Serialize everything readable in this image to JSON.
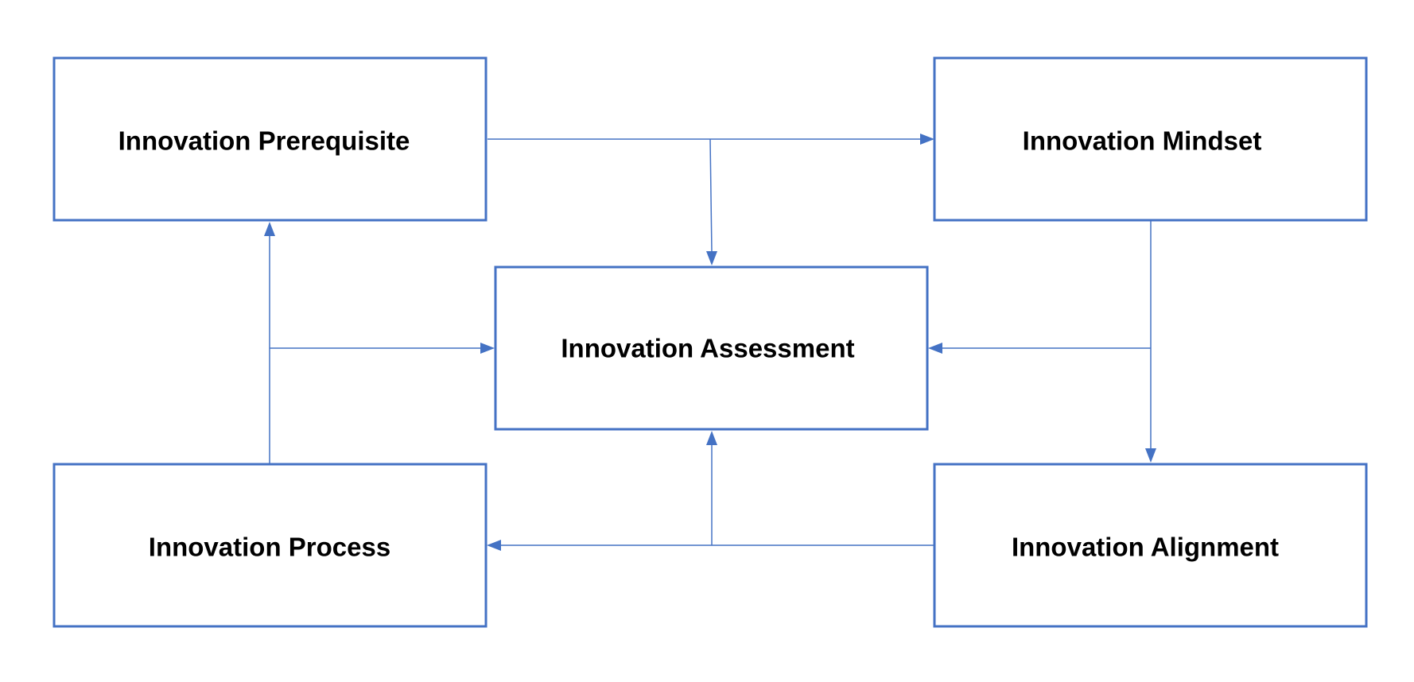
{
  "diagram": {
    "accent_color": "#4472C4",
    "nodes": {
      "prerequisite": {
        "label": "Innovation Prerequisite"
      },
      "mindset": {
        "label": "Innovation Mindset"
      },
      "assessment": {
        "label": "Innovation Assessment"
      },
      "process": {
        "label": "Innovation Process"
      },
      "alignment": {
        "label": "Innovation Alignment"
      }
    },
    "edges": [
      {
        "from": "prerequisite",
        "to": "mindset"
      },
      {
        "from": "prerequisite",
        "to": "assessment"
      },
      {
        "from": "mindset",
        "to": "alignment"
      },
      {
        "from": "mindset",
        "to": "assessment"
      },
      {
        "from": "alignment",
        "to": "process"
      },
      {
        "from": "alignment",
        "to": "assessment"
      },
      {
        "from": "process",
        "to": "prerequisite"
      },
      {
        "from": "process",
        "to": "assessment"
      }
    ]
  }
}
